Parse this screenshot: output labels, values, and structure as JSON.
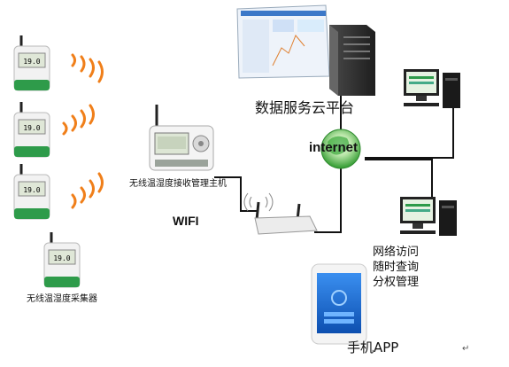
{
  "labels": {
    "collector": "无线温湿度采集器",
    "receiver": "无线温湿度接收管理主机",
    "wifi": "WIFI",
    "cloud": "数据服务云平台",
    "internet": "internet",
    "remote_line1": "网络访问",
    "remote_line2": "随时查询",
    "remote_line3": "分权管理",
    "app": "手机APP",
    "return_mark": "↵"
  },
  "sensor_readout": "19.0",
  "colors": {
    "line": "#111111",
    "wave": "#f07f1a",
    "sensor_body": "#f2f2f2",
    "sensor_green": "#2e9b4a",
    "globe_green": "#3aa83a",
    "screen_blue": "#1a6fd6"
  }
}
